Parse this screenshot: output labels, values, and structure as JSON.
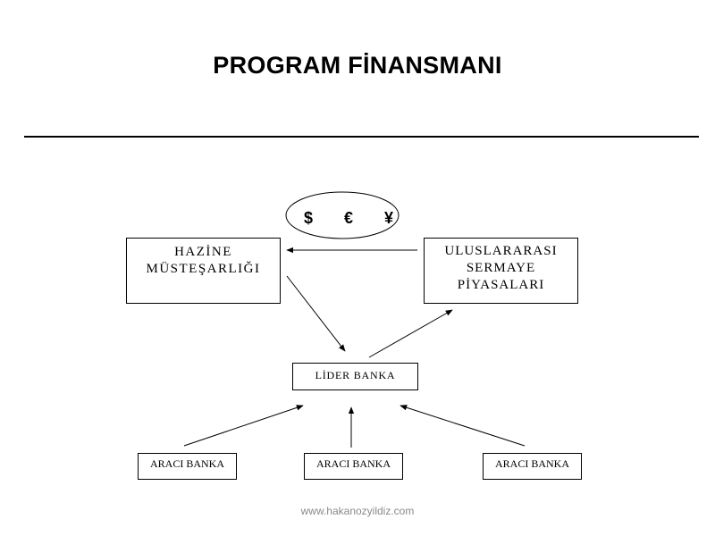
{
  "slide": {
    "title": "PROGRAM FİNANSMANI",
    "footer": "www.hakanozyildiz.com"
  },
  "diagram": {
    "currencies": [
      "$",
      "€",
      "¥"
    ],
    "nodes": {
      "hazine": [
        "HAZİNE",
        "MÜSTEŞARLIĞI"
      ],
      "uluslararasi": [
        "ULUSLARARASI",
        "SERMAYE",
        "PİYASALARI"
      ],
      "lider_banka": "LİDER BANKA",
      "araci_banka": [
        "ARACI BANKA",
        "ARACI BANKA",
        "ARACI BANKA"
      ]
    },
    "edges": [
      {
        "from": "uluslararasi",
        "to": "hazine"
      },
      {
        "from": "hazine",
        "to": "lider_banka"
      },
      {
        "from": "lider_banka",
        "to": "uluslararasi"
      },
      {
        "from": "araci_banka_1",
        "to": "lider_banka"
      },
      {
        "from": "araci_banka_2",
        "to": "lider_banka"
      },
      {
        "from": "araci_banka_3",
        "to": "lider_banka"
      }
    ]
  }
}
